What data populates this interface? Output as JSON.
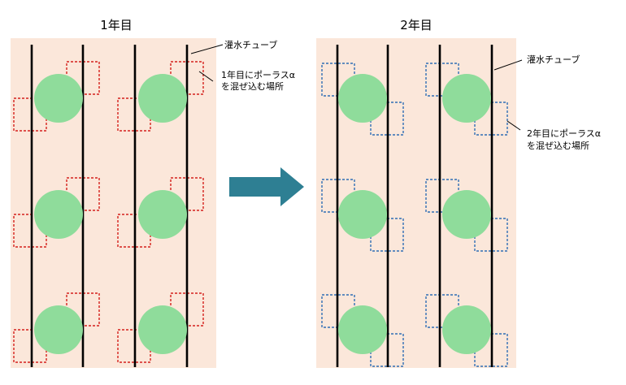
{
  "panels": [
    {
      "title": "1年目",
      "tube_label": "灌水チューブ",
      "area_label_line1": "1年目にポーラスα",
      "area_label_line2": "を混ぜ込む場所",
      "box_color": "#d4211c",
      "box_position": "left-bottom and right-top of each plant"
    },
    {
      "title": "2年目",
      "tube_label": "灌水チューブ",
      "area_label_line1": "2年目にポーラスα",
      "area_label_line2": "を混ぜ込む場所",
      "box_color": "#2f6eb4",
      "box_position": "left-top and right-bottom of each plant"
    }
  ],
  "colors": {
    "bed": "#fbe7da",
    "plant": "#8fdc9b",
    "tube": "#000000",
    "arrow": "#2e7f93"
  },
  "layout_counts": {
    "plant_rows": 3,
    "plant_columns_per_panel": 2
  }
}
